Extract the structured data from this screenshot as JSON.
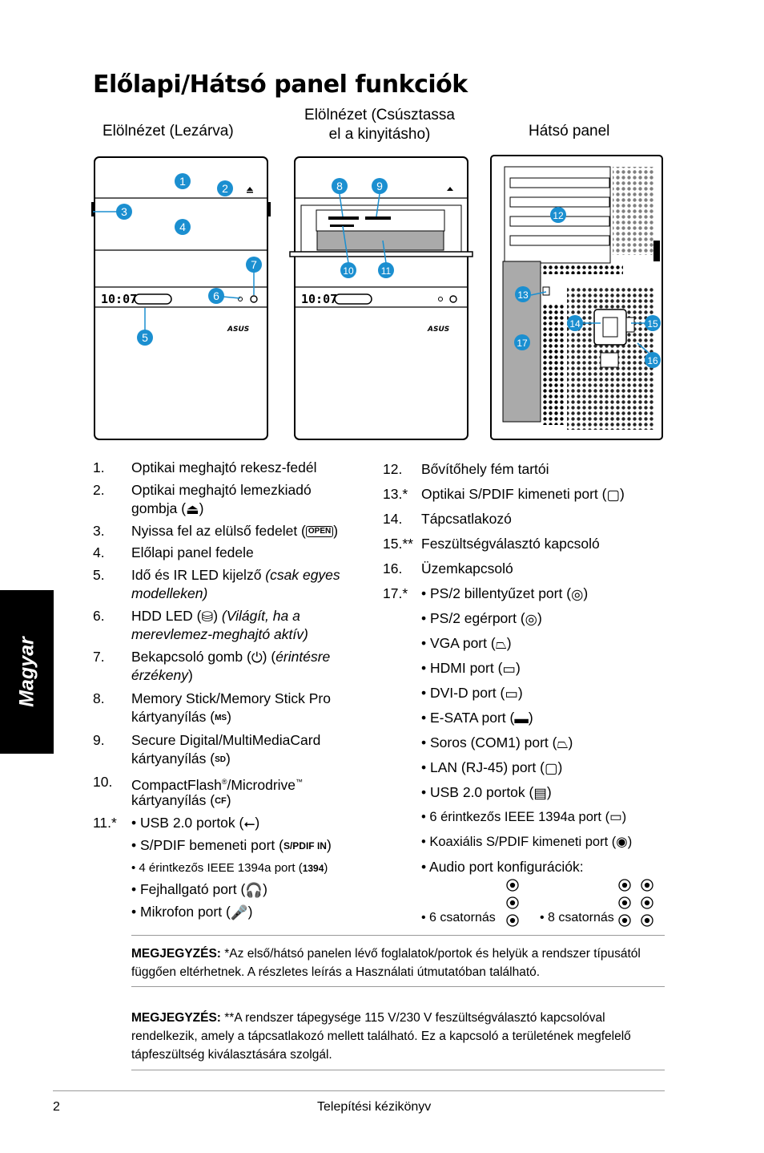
{
  "title": "Előlapi/Hátsó panel funkciók",
  "side_tab": "Magyar",
  "views": {
    "front_locked": "Elölnézet (Lezárva)",
    "front_slide_line1": "Elölnézet (Csúsztassa",
    "front_slide_line2": "el a kinyitásho)",
    "rear": "Hátsó panel"
  },
  "clock": "10:07",
  "brand": "ASUS",
  "callouts": [
    "1",
    "2",
    "3",
    "4",
    "5",
    "6",
    "7",
    "8",
    "9",
    "10",
    "11",
    "12",
    "13",
    "14",
    "15",
    "16",
    "17"
  ],
  "left_list": {
    "i1": {
      "n": "1.",
      "t": "Optikai meghajtó rekesz-fedél"
    },
    "i2": {
      "n": "2.",
      "t1": "Optikai meghajtó lemezkiadó",
      "t2a": "gombja (",
      "t2b": ")"
    },
    "i3": {
      "n": "3.",
      "ta": "Nyissa fel az elülső fedelet (",
      "tb": ")"
    },
    "i4": {
      "n": "4.",
      "t": "Előlapi panel fedele"
    },
    "i5": {
      "n": "5.",
      "ta": "Idő és IR LED kijelző ",
      "tb": "(csak egyes",
      "t2": "modelleken)"
    },
    "i6": {
      "n": "6.",
      "ta": "HDD LED (",
      "tb": ") ",
      "tc": "(Világít, ha a",
      "t2": "merevlemez-meghajtó aktív)"
    },
    "i7": {
      "n": "7.",
      "ta": "Bekapcsoló gomb (",
      "tb": ") (",
      "tc": "érintésre",
      "t2a": "érzékeny",
      "t2b": ")"
    },
    "i8": {
      "n": "8.",
      "t1": "Memory Stick/Memory Stick Pro",
      "t2a": "kártyanyílás (",
      "t2b": ")"
    },
    "i9": {
      "n": "9.",
      "t1": "Secure Digital/MultiMediaCard",
      "t2a": "kártyanyílás (",
      "t2b": ")"
    },
    "i10": {
      "n": "10.",
      "t1a": "CompactFlash",
      "t1r": "®",
      "t1b": "/Microdrive",
      "t1tm": "™",
      "t2a": "kártyanyílás (",
      "t2b": ")"
    },
    "i11": {
      "n": "11.*",
      "a1": "• USB 2.0 portok (",
      "a2": ")",
      "b1": "• S/PDIF bemeneti port (",
      "b2": ")",
      "c1": "• 4 érintkezős IEEE 1394a port (",
      "c2": ")",
      "d1": "• Fejhallgató port (",
      "d2": ")",
      "e1": "• Mikrofon port (",
      "e2": ")"
    }
  },
  "right_list": {
    "i12": {
      "n": "12.",
      "t": "Bővítőhely fém tartói"
    },
    "i13": {
      "n": "13.*",
      "ta": "Optikai S/PDIF kimeneti port (",
      "tb": ")"
    },
    "i14": {
      "n": "14.",
      "t": "Tápcsatlakozó"
    },
    "i15": {
      "n": "15.**",
      "t": "Feszültségválasztó kapcsoló"
    },
    "i16": {
      "n": "16.",
      "t": "Üzemkapcsoló"
    },
    "i17": {
      "n": "17.*",
      "p1a": "• PS/2 billentyűzet port (",
      "p1b": ")",
      "p2a": "• PS/2 egérport (",
      "p2b": ")",
      "p3a": "• VGA port (",
      "p3b": ")",
      "p4a": "• HDMI port (",
      "p4b": ")",
      "p5a": "• DVI-D port (",
      "p5b": ")",
      "p6a": "• E-SATA port (",
      "p6b": ")",
      "p7a": "• Soros (COM1) port (",
      "p7b": ")",
      "p8a": "• LAN (RJ-45) port (",
      "p8b": ")",
      "p9a": "• USB 2.0 portok (",
      "p9b": ")",
      "p10a": "• 6 érintkezős IEEE 1394a port (",
      "p10b": ")",
      "p11a": "• Koaxiális S/PDIF kimeneti port (",
      "p11b": ")",
      "p12": "• Audio port konfigurációk:",
      "ch6": "• 6 csatornás",
      "ch8": "• 8 csatornás"
    }
  },
  "icon_labels": {
    "open": "OPEN",
    "ms": "MS",
    "sd": "SD",
    "cf": "CF",
    "spdif": "S/PDIF IN",
    "p1394": "1394"
  },
  "notes": {
    "n1_label": "MEGJEGYZÉS:",
    "n1_text": " *Az első/hátsó panelen lévő foglalatok/portok és helyük a rendszer típusától függően eltérhetnek. A részletes leírás a Használati útmutatóban található.",
    "n2_label": "MEGJEGYZÉS:",
    "n2_text": " **A rendszer tápegysége 115 V/230 V feszültségválasztó kapcsolóval rendelkezik, amely a tápcsatlakozó mellett található. Ez a kapcsoló a területének megfelelő tápfeszültség kiválasztására szolgál."
  },
  "footer": {
    "page": "2",
    "text": "Telepítési kézikönyv"
  }
}
